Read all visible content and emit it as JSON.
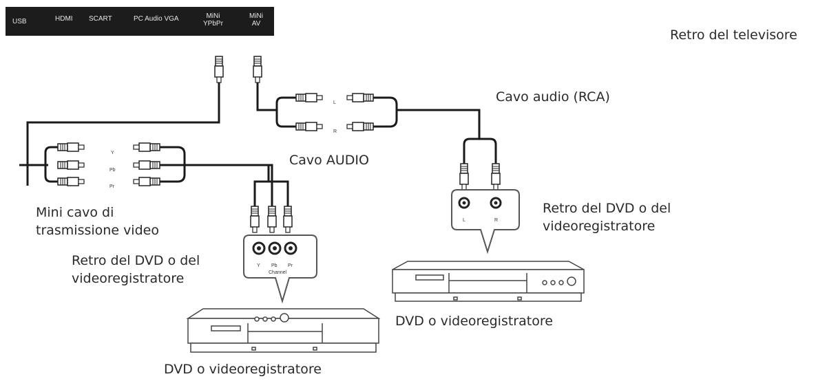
{
  "tv_panel": {
    "ports": [
      "USB",
      "HDMI",
      "SCART",
      "PC Audio VGA",
      "MiNi\nYPbPr",
      "MiNi\nAV"
    ]
  },
  "labels": {
    "tv_back": "Retro del televisore",
    "audio_cable_rca": "Cavo audio (RCA)",
    "audio_cable": "Cavo AUDIO",
    "mini_video_cable": "Mini cavo di\ntrasmissione video",
    "dvd_back_left": "Retro del DVD o del\nvideoregistratore",
    "dvd_back_right": "Retro del DVD o del\nvideoregistratore",
    "dvd_left": "DVD o videoregistratore",
    "dvd_right": "DVD o videoregistratore"
  },
  "connector_labels": {
    "audio_l": "L",
    "audio_r": "R",
    "video_y": "Y",
    "video_pb": "Pb",
    "video_pr": "Pr",
    "box_left": [
      "Y",
      "Pb",
      "Pr"
    ],
    "box_left_sub": "Channel",
    "box_right": [
      "L",
      "R"
    ]
  }
}
